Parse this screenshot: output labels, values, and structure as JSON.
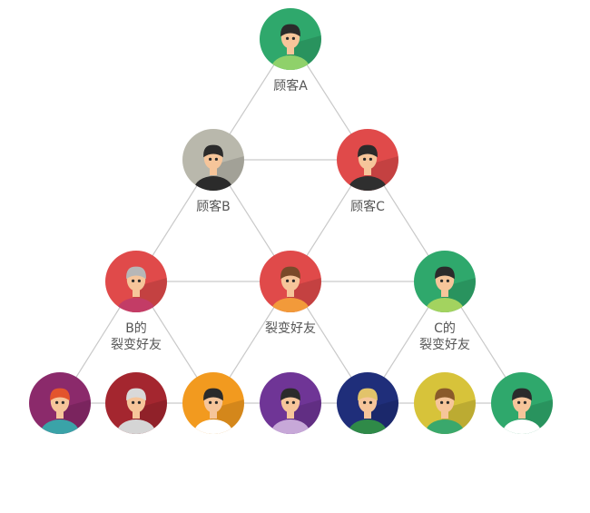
{
  "nodes": [
    {
      "id": "A",
      "label": "顾客A",
      "bg": "#2fa86c",
      "hair": "#2b2b2b",
      "shirt": "#8fd16a"
    },
    {
      "id": "B",
      "label": "顾客B",
      "bg": "#b9b8ac",
      "hair": "#2b2b2b",
      "shirt": "#2b2b2b"
    },
    {
      "id": "C",
      "label": "顾客C",
      "bg": "#e04a4a",
      "hair": "#2b2b2b",
      "shirt": "#2f2f2f"
    },
    {
      "id": "B_friend",
      "label_lines": [
        "B的",
        "裂变好友"
      ],
      "bg": "#e04a4a",
      "hair": "#b7b7b7",
      "shirt": "#c33c66"
    },
    {
      "id": "mid_friend",
      "label": "裂变好友",
      "bg": "#e04a4a",
      "hair": "#7a4a2a",
      "shirt": "#f29a3a"
    },
    {
      "id": "C_friend",
      "label_lines": [
        "C的",
        "裂变好友"
      ],
      "bg": "#2fa86c",
      "hair": "#2b2b2b",
      "shirt": "#a3d35f"
    },
    {
      "id": "bottom_1",
      "bg": "#8b2a6b",
      "hair": "#e3542d",
      "shirt": "#3aa3a8"
    },
    {
      "id": "bottom_2",
      "bg": "#a4262f",
      "hair": "#d9d9d9",
      "shirt": "#d5d5d5"
    },
    {
      "id": "bottom_3",
      "bg": "#f29a1f",
      "hair": "#2b2b2b",
      "shirt": "#ffffff"
    },
    {
      "id": "bottom_4",
      "bg": "#6f3596",
      "hair": "#2b2b2b",
      "shirt": "#c7a8d8"
    },
    {
      "id": "bottom_5",
      "bg": "#1f2e7a",
      "hair": "#e2c36a",
      "shirt": "#2f8a48"
    },
    {
      "id": "bottom_6",
      "bg": "#d7c33a",
      "hair": "#8a5a2a",
      "shirt": "#3aa86c"
    },
    {
      "id": "bottom_7",
      "bg": "#2fa86c",
      "hair": "#2b2b2b",
      "shirt": "#ffffff"
    }
  ],
  "colors": {
    "line": "#c9c9c9",
    "label": "#555555",
    "skin": "#f6c59a"
  }
}
